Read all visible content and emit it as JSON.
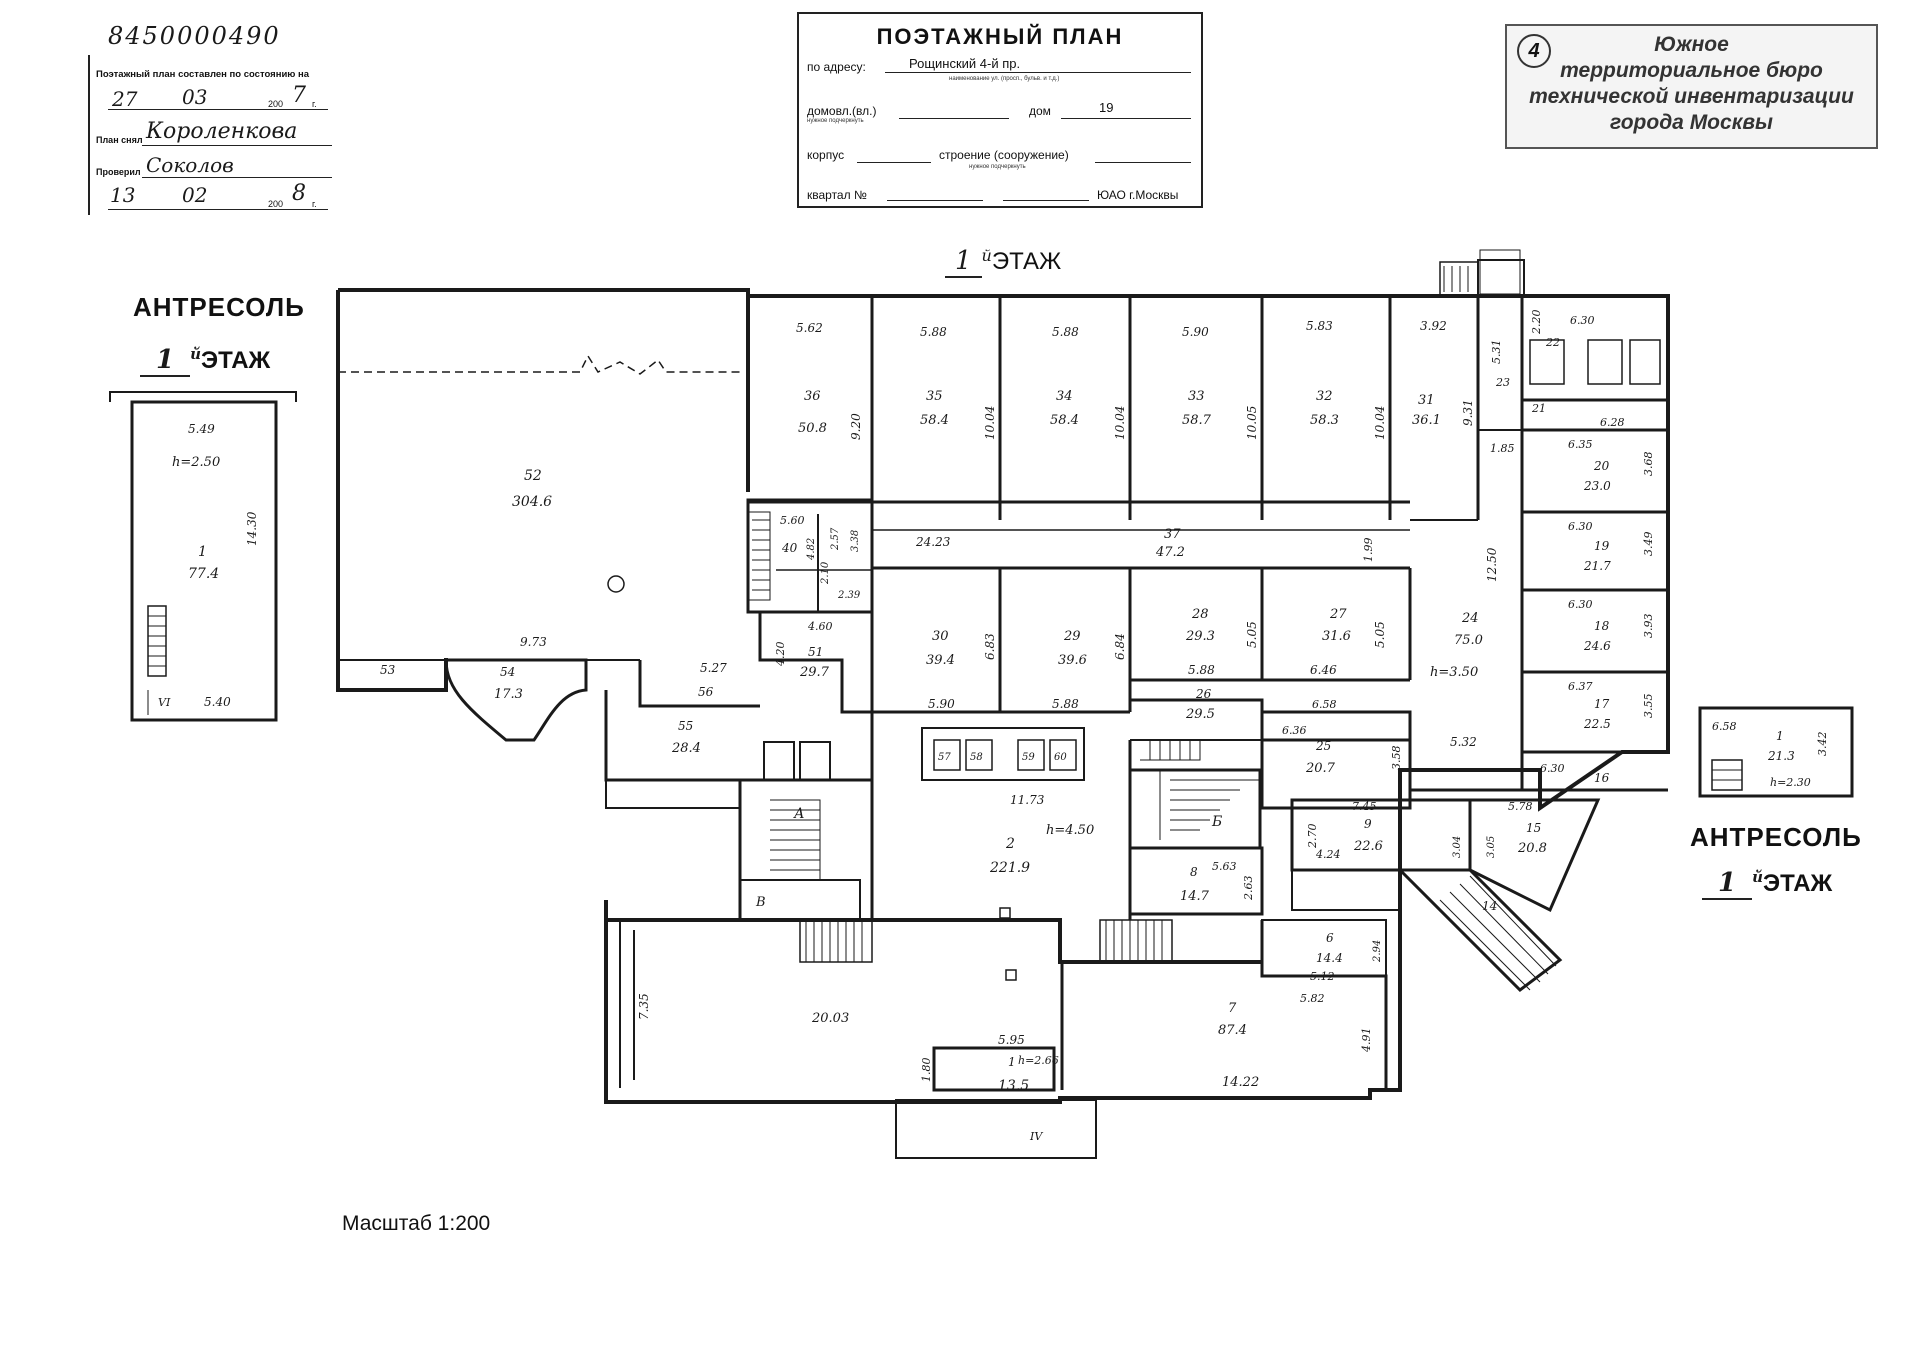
{
  "doc_number": "8450000490",
  "stamp": {
    "line1": "Поэтажный план составлен по состоянию на",
    "date1_day": "27",
    "date1_month": "03",
    "date1_year_prefix": "200",
    "date1_year_digit": "7",
    "year_suffix": "г.",
    "plan_label": "План снял",
    "plan_author": "Короленкова",
    "check_label": "Проверил",
    "check_sign": "Соколов",
    "date2_day": "13",
    "date2_month": "02",
    "date2_year_prefix": "200",
    "date2_year_digit": "8"
  },
  "header": {
    "title": "ПОЭТАЖНЫЙ ПЛАН",
    "address_label": "по адресу:",
    "address_value": "Рощинский 4-й пр.",
    "address_hint": "наименование ул. (просп., бульв. и т.д.)",
    "domovl_label": "домовл.(вл.)",
    "dom_label": "дом",
    "dom_value": "19",
    "needed_hint": "нужное подчеркнуть",
    "korpus_label": "корпус",
    "stroenie_label": "строение (сооружение)",
    "kvartal_label": "квартал №",
    "district": "ЮАО г.Москвы"
  },
  "bti": {
    "number": "4",
    "lines": [
      "Южное",
      "территориальное бюро",
      "технической инвентаризации",
      "города Москвы"
    ]
  },
  "titles": {
    "floor_main_num": "1",
    "floor_main_suffix": "й",
    "floor_main_text": "ЭТАЖ",
    "antresol_left": "АНТРЕСОЛЬ",
    "antresol_right": "АНТРЕСОЛЬ",
    "floor_num": "1",
    "floor_suffix": "й",
    "floor_text": "ЭТАЖ",
    "scale": "Масштаб 1:200"
  },
  "mezz_left": {
    "width_top": "5.49",
    "h": "h=2.50",
    "room": "1",
    "area": "77.4",
    "depth": "14.30",
    "width_bottom": "5.40",
    "roman": "VI"
  },
  "mezz_right": {
    "width": "6.58",
    "room": "1",
    "area": "21.3",
    "depth": "3.42",
    "h": "h=2.30"
  },
  "rooms": [
    {
      "n": "52",
      "a": "304.6"
    },
    {
      "n": "36",
      "a": "50.8"
    },
    {
      "n": "35",
      "a": "58.4"
    },
    {
      "n": "34",
      "a": "58.4"
    },
    {
      "n": "33",
      "a": "58.7"
    },
    {
      "n": "32",
      "a": "58.3"
    },
    {
      "n": "31",
      "a": "36.1"
    },
    {
      "n": "37",
      "a": "47.2"
    },
    {
      "n": "30",
      "a": "39.4"
    },
    {
      "n": "29",
      "a": "39.6"
    },
    {
      "n": "28",
      "a": "29.3"
    },
    {
      "n": "27",
      "a": "31.6"
    },
    {
      "n": "24",
      "a": "75.0"
    },
    {
      "n": "26",
      "a": "29.5"
    },
    {
      "n": "25",
      "a": "20.7"
    },
    {
      "n": "20",
      "a": "23.0"
    },
    {
      "n": "19",
      "a": "21.7"
    },
    {
      "n": "18",
      "a": "24.6"
    },
    {
      "n": "17",
      "a": "22.5"
    },
    {
      "n": "51",
      "a": "29.7"
    },
    {
      "n": "54",
      "a": "17.3"
    },
    {
      "n": "55",
      "a": "28.4"
    },
    {
      "n": "2",
      "a": "221.9"
    },
    {
      "n": "8",
      "a": "14.7"
    },
    {
      "n": "9",
      "a": "22.6"
    },
    {
      "n": "15",
      "a": "20.8"
    },
    {
      "n": "6",
      "a": "14.4"
    },
    {
      "n": "7",
      "a": "87.4"
    },
    {
      "n": "1",
      "a": "13.5"
    }
  ],
  "small_rooms": [
    "53",
    "56",
    "40",
    "57",
    "58",
    "59",
    "60",
    "16",
    "22",
    "21",
    "23",
    "14",
    "А",
    "Б",
    "В",
    "IV"
  ],
  "dims": {
    "d562": "5.62",
    "d588a": "5.88",
    "d588b": "5.88",
    "d590": "5.90",
    "d583": "5.83",
    "d392": "3.92",
    "d920": "9.20",
    "d1004a": "10.04",
    "d1004b": "10.04",
    "d1005": "10.05",
    "d1004c": "10.04",
    "d931": "9.31",
    "d531": "5.31",
    "d220": "2.20",
    "d630": "6.30",
    "d185": "1.85",
    "d628": "6.28",
    "d635": "6.35",
    "d368": "3.68",
    "d630b": "6.30",
    "d349": "3.49",
    "d630c": "6.30",
    "d393": "3.93",
    "d637": "6.37",
    "d355": "3.55",
    "d630d": "6.30",
    "d560": "5.60",
    "d482": "4.82",
    "d257": "2.57",
    "d338": "3.38",
    "d210": "2.10",
    "d239": "2.39",
    "d460": "4.60",
    "d2423": "24.23",
    "d199": "1.99",
    "d1250": "12.50",
    "d683": "6.83",
    "d684": "6.84",
    "d505a": "5.05",
    "d505b": "5.05",
    "d588c": "5.88",
    "d646": "6.46",
    "h350": "h=3.50",
    "d590b": "5.90",
    "d588d": "5.88",
    "d658": "6.58",
    "d636": "6.36",
    "d358": "3.58",
    "d532": "5.32",
    "d973": "9.73",
    "d527": "5.27",
    "d420": "4.20",
    "d1173": "11.73",
    "h450": "h=4.50",
    "d563": "5.63",
    "d263": "2.63",
    "d745": "7.45",
    "d578": "5.78",
    "d270": "2.70",
    "d424": "4.24",
    "d304": "3.04",
    "d305": "3.05",
    "d294": "2.94",
    "d512": "5.12",
    "d582": "5.82",
    "d735": "7.35",
    "d2003": "20.03",
    "d595": "5.95",
    "d180": "1.80",
    "h266": "h=2.66",
    "d491": "4.91",
    "d1422": "14.22"
  }
}
